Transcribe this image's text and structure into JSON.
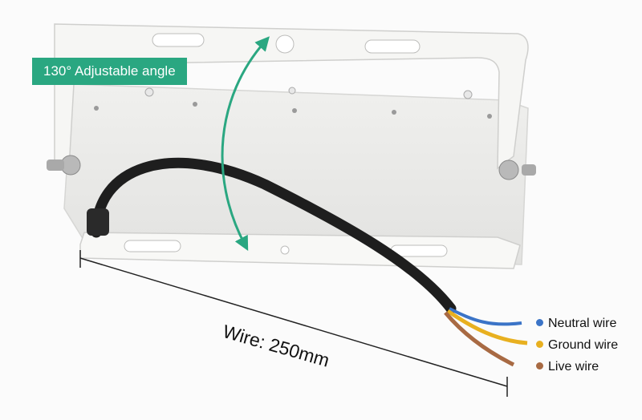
{
  "annotation": {
    "angle_label": "130° Adjustable angle",
    "wire_length_label": "Wire: 250mm"
  },
  "legend": [
    {
      "label": "Neutral wire",
      "color": "#3b74c7"
    },
    {
      "label": "Ground wire",
      "color": "#e8b020"
    },
    {
      "label": "Live wire",
      "color": "#a86a43"
    }
  ],
  "colors": {
    "accent": "#2aa781",
    "bracket": "#f3f3f1",
    "cable": "#1e1e1e"
  }
}
